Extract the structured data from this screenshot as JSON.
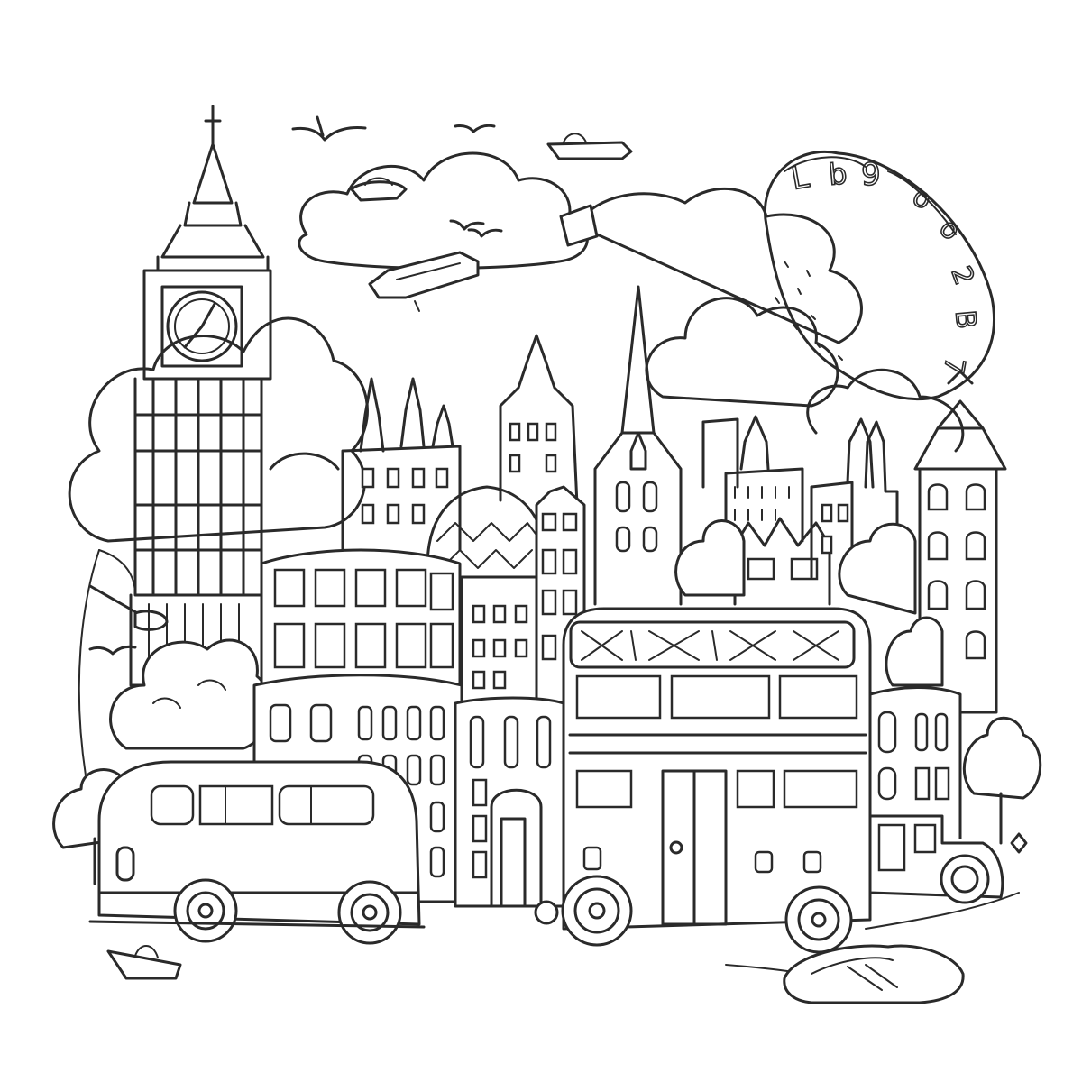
{
  "scene": {
    "description_free": true,
    "colors": {
      "background": "#ffffff",
      "ink": "#2a2a2a"
    },
    "moon_lettering": "L b 9 o o 2 B 7",
    "clock_hands": {
      "hour": 7,
      "minute": 5
    }
  }
}
